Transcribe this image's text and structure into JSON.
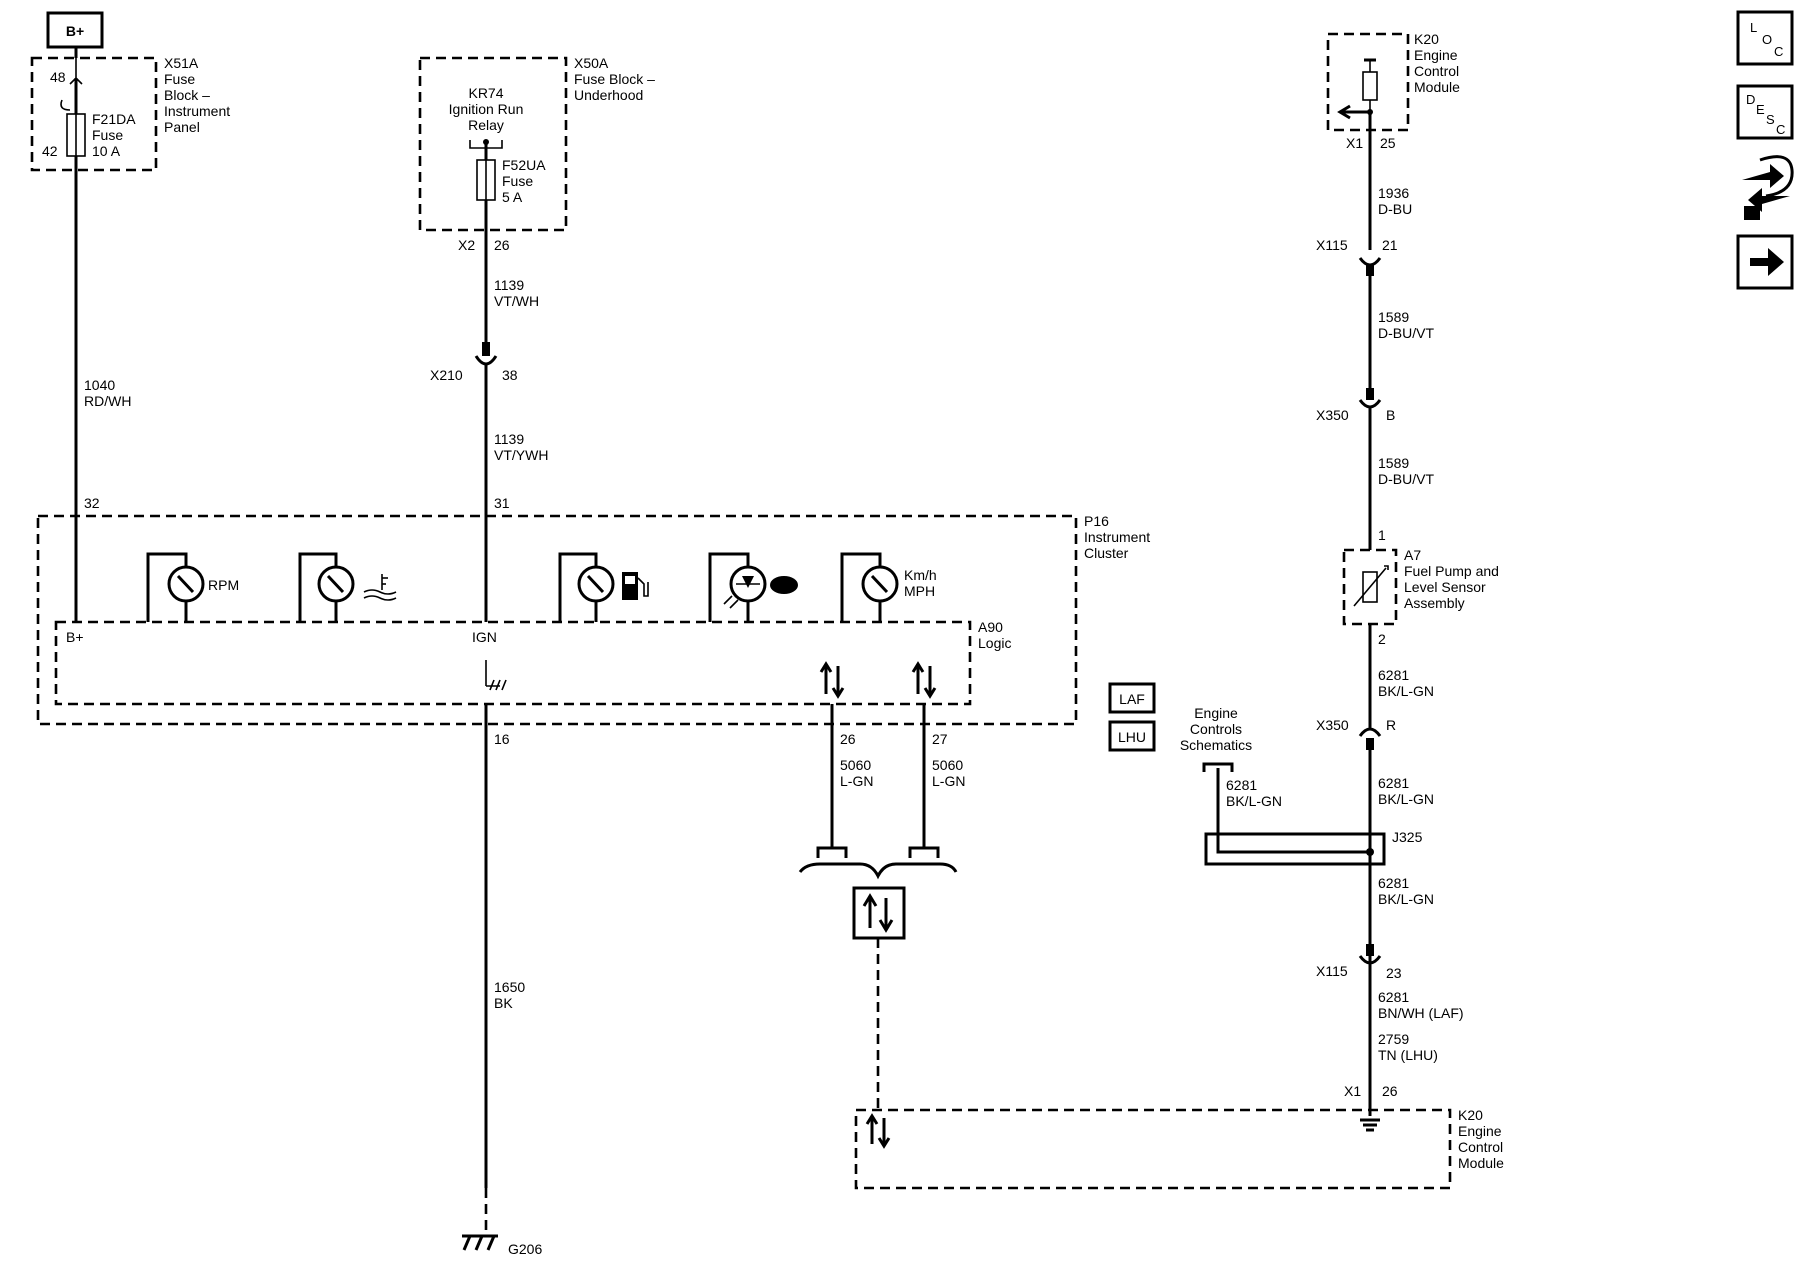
{
  "power": {
    "bplus": "B+"
  },
  "x51a": {
    "ref": "X51A",
    "name_lines": [
      "Fuse",
      "Block –",
      "Instrument",
      "Panel"
    ],
    "pin_in": "48",
    "pin_out": "42",
    "fuse": {
      "ref": "F21DA",
      "type": "Fuse",
      "rating": "10 A"
    }
  },
  "x50a": {
    "ref": "X50A",
    "name_lines": [
      "Fuse Block –",
      "Underhood"
    ],
    "relay": {
      "ref": "KR74",
      "name_lines": [
        "Ignition Run",
        "Relay"
      ]
    },
    "fuse": {
      "ref": "F52UA",
      "type": "Fuse",
      "rating": "5 A"
    },
    "connector": "X2",
    "pin": "26"
  },
  "k20_top": {
    "ref": "K20",
    "name_lines": [
      "Engine",
      "Control",
      "Module"
    ],
    "connector": "X1",
    "pin": "25"
  },
  "wires": {
    "w1040": {
      "circuit": "1040",
      "color": "RD/WH"
    },
    "w1139a": {
      "circuit": "1139",
      "color": "VT/WH"
    },
    "w1139b": {
      "circuit": "1139",
      "color": "VT/YWH"
    },
    "w1936": {
      "circuit": "1936",
      "color": "D-BU"
    },
    "w1589a": {
      "circuit": "1589",
      "color": "D-BU/VT"
    },
    "w1589b": {
      "circuit": "1589",
      "color": "D-BU/VT"
    },
    "w6281a": {
      "circuit": "6281",
      "color": "BK/L-GN"
    },
    "w6281b": {
      "circuit": "6281",
      "color": "BK/L-GN"
    },
    "w6281c": {
      "circuit": "6281",
      "color": "BK/L-GN"
    },
    "w6281d": {
      "circuit": "6281",
      "color": "BK/L-GN"
    },
    "w6281e": {
      "circuit": "6281",
      "color": "BN/WH (LAF)"
    },
    "w2759": {
      "circuit": "2759",
      "color": "TN (LHU)"
    },
    "w5060a": {
      "circuit": "5060",
      "color": "L-GN"
    },
    "w5060b": {
      "circuit": "5060",
      "color": "L-GN"
    },
    "w1650": {
      "circuit": "1650",
      "color": "BK"
    }
  },
  "connectors": {
    "x210": {
      "ref": "X210",
      "pin": "38"
    },
    "x115a": {
      "ref": "X115",
      "pin": "21"
    },
    "x350a": {
      "ref": "X350",
      "pin": "B"
    },
    "x350b": {
      "ref": "X350",
      "pin": "R"
    },
    "x115b": {
      "ref": "X115",
      "pin": "23"
    },
    "x1b": {
      "ref": "X1",
      "pin": "26"
    }
  },
  "p16": {
    "ref": "P16",
    "name_lines": [
      "Instrument",
      "Cluster"
    ],
    "pin_bplus": "32",
    "pin_ign": "31",
    "pin_gnd": "16",
    "pin_can1": "26",
    "pin_can2": "27",
    "label_bplus": "B+",
    "label_ign": "IGN",
    "a90": {
      "ref": "A90",
      "name": "Logic"
    },
    "gauges": {
      "rpm": "RPM",
      "speed_lines": [
        "Km/h",
        "MPH"
      ]
    }
  },
  "a7": {
    "pin_top": "1",
    "pin_bot": "2",
    "ref": "A7",
    "name_lines": [
      "Fuel Pump and",
      "Level Sensor",
      "Assembly"
    ]
  },
  "splice": {
    "ref": "J325"
  },
  "engine_ctrl_ref": [
    "Engine",
    "Controls",
    "Schematics"
  ],
  "options": {
    "laf": "LAF",
    "lhu": "LHU"
  },
  "k20_bottom": {
    "ref": "K20",
    "name_lines": [
      "Engine",
      "Control",
      "Module"
    ]
  },
  "ground": {
    "ref": "G206"
  },
  "nav_icons": [
    "location-icon",
    "description-icon",
    "connector-icon",
    "next-arrow-icon"
  ],
  "nav_loc": [
    "L",
    "O",
    "C"
  ],
  "nav_desc": [
    "D",
    "E",
    "S",
    "C"
  ]
}
